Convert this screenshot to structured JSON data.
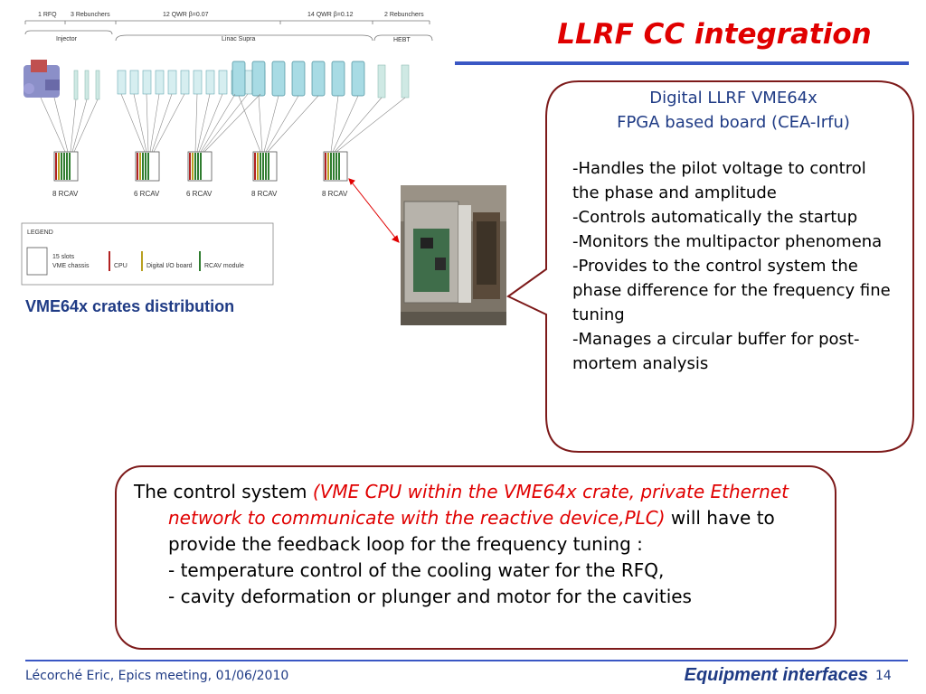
{
  "title": "LLRF CC integration",
  "diagram": {
    "top_labels": [
      "1 RFQ",
      "3 Rebunchers",
      "12 QWR β=0.07",
      "14 QWR β=0.12",
      "2 Rebunchers"
    ],
    "section_labels": [
      "Injector",
      "Linac Supra",
      "HEBT"
    ],
    "crate_labels": [
      "8 RCAV",
      "6 RCAV",
      "6 RCAV",
      "8 RCAV",
      "8 RCAV"
    ],
    "legend": {
      "title": "LEGEND",
      "slots_line1": "15 slots",
      "slots_line2": "VME chassis",
      "cpu": "CPU",
      "digital_io": "Digital I/O board",
      "rcav": "RCAV module"
    },
    "caption": "VME64x crates distribution"
  },
  "callout": {
    "heading_line1": "Digital LLRF VME64x",
    "heading_line2": "FPGA based board (CEA-Irfu)",
    "bullets": [
      "-Handles the pilot voltage to control the phase and amplitude",
      "-Controls automatically the startup",
      "-Monitors the multipactor phenomena",
      "-Provides to the control system the phase difference for the frequency fine tuning",
      "-Manages a circular buffer for post-mortem analysis"
    ]
  },
  "control": {
    "intro": "The control system ",
    "italic": "(VME CPU within the VME64x crate, private Ethernet network to communicate with the reactive device,PLC)",
    "rest": " will have to provide the feedback loop for the frequency tuning :",
    "items": [
      "- temperature control of the cooling water for the RFQ,",
      "- cavity deformation or plunger and motor for the cavities"
    ]
  },
  "footer": {
    "author": "Lécorché Eric, Epics meeting, 01/06/2010",
    "section": "Equipment interfaces",
    "page": "14"
  },
  "colors": {
    "title_red": "#e00000",
    "accent_blue": "#3a57c4",
    "callout_border": "#7d1a1a",
    "caption_blue": "#1f3b85"
  }
}
